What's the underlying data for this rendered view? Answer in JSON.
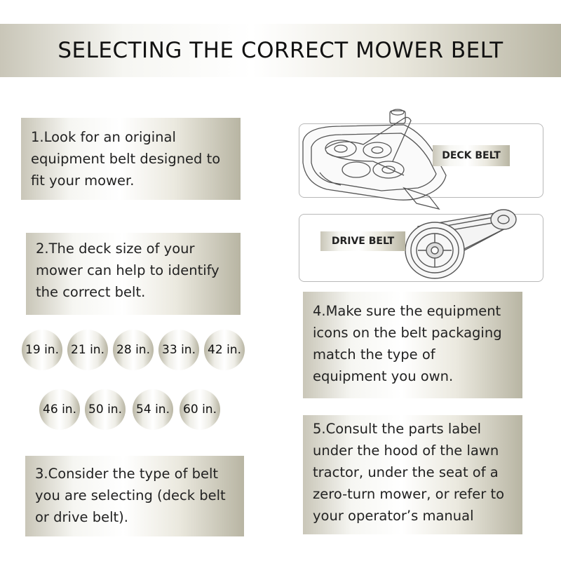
{
  "title": "SELECTING THE CORRECT MOWER BELT",
  "steps": {
    "step1": "1.Look for an original equipment belt designed to fit your mower.",
    "step2": "2.The deck size of your mower can help to identify the correct belt.",
    "step3": "3.Consider the type of belt you are selecting (deck belt or drive belt).",
    "step4": "4.Make sure the equipment icons on the belt packaging match the type of equipment you own.",
    "step5": "5.Consult the parts label under the hood of the lawn tractor, under the seat of a zero-turn mower, or refer to your operator’s manual"
  },
  "sizes_row1": [
    "19 in.",
    "21 in.",
    "28 in.",
    "33 in.",
    "42 in."
  ],
  "sizes_row2": [
    "46 in.",
    "50 in.",
    "54 in.",
    "60 in."
  ],
  "labels": {
    "deck_belt": "DECK BELT",
    "drive_belt": "DRIVE BELT"
  },
  "icons": {
    "deck": "mower-deck-icon",
    "drive": "drive-pulley-icon"
  }
}
